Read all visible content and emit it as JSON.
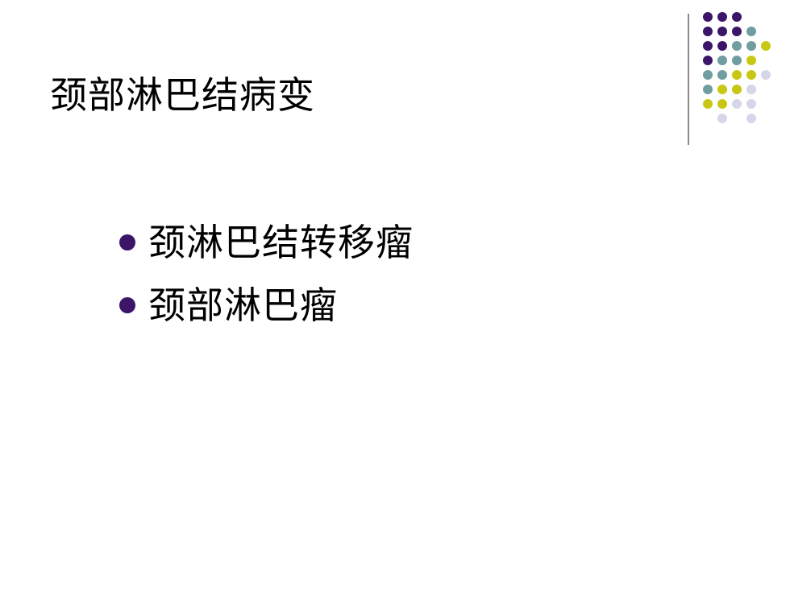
{
  "slide": {
    "title": "颈部淋巴结病变",
    "bullets": [
      {
        "text": "颈淋巴结转移瘤"
      },
      {
        "text": "颈部淋巴瘤"
      }
    ]
  },
  "colors": {
    "bullet": "#3c1468",
    "dot_purple": "#3c1468",
    "dot_teal": "#6f9da0",
    "dot_yellow": "#c8c814",
    "dot_lavender": "#d6d6ea",
    "divider": "#8a8a8a"
  },
  "decoration": {
    "dot_grid": [
      [
        "purple",
        "purple",
        "purple",
        "",
        ""
      ],
      [
        "purple",
        "purple",
        "purple",
        "teal",
        ""
      ],
      [
        "purple",
        "purple",
        "teal",
        "teal",
        "yellow"
      ],
      [
        "purple",
        "teal",
        "teal",
        "yellow",
        ""
      ],
      [
        "teal",
        "teal",
        "yellow",
        "yellow",
        "lavender"
      ],
      [
        "teal",
        "yellow",
        "yellow",
        "lavender",
        ""
      ],
      [
        "yellow",
        "yellow",
        "lavender",
        "lavender",
        ""
      ],
      [
        "",
        "lavender",
        "",
        "lavender",
        ""
      ]
    ]
  }
}
